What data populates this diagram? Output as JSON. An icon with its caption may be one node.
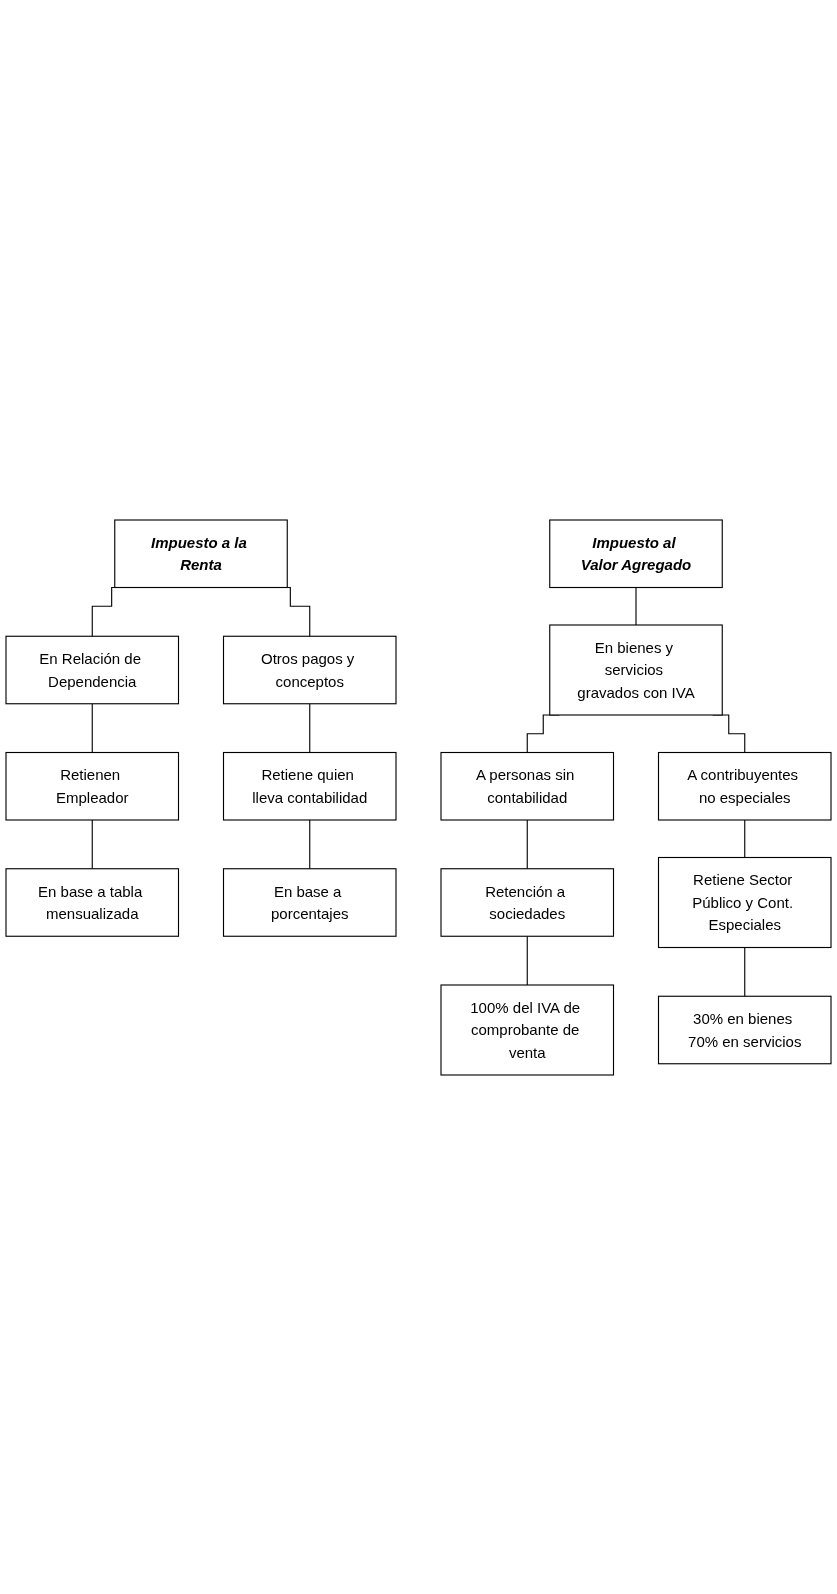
{
  "diagram": {
    "nodes": [
      {
        "text": [
          "Impuesto a la Renta"
        ]
      },
      {
        "text": [
          "En Relación de Dependencia"
        ]
      },
      {
        "text": [
          "Otros pagos y conceptos"
        ]
      },
      {
        "text": [
          "Retienen Empleador"
        ]
      },
      {
        "text": [
          "En base a tabla mensualizada"
        ]
      },
      {
        "text": [
          "Retiene quien lleva contabilidad"
        ]
      },
      {
        "text": [
          "En base a porcentajes"
        ]
      },
      {
        "text": [
          "Impuesto al Valor Agregado"
        ]
      },
      {
        "text": [
          "En bienes y servicios gravados con IVA"
        ]
      },
      {
        "text": [
          "A personas sin contabilidad"
        ]
      },
      {
        "text": [
          "A contribuyentes no especiales"
        ]
      },
      {
        "text": [
          "Retención a sociedades"
        ]
      },
      {
        "text": [
          "100% del IVA de comprobante de venta"
        ]
      },
      {
        "text": [
          "Retiene Sector Público y Cont. Especiales"
        ]
      },
      {
        "text": [
          "30% en bienes 70% en servicios"
        ]
      }
    ],
    "edges": [
      {
        "from": 0,
        "to": 1,
        "arrow": "none"
      },
      {
        "from": 0,
        "to": 2,
        "arrow": "none"
      },
      {
        "from": 1,
        "to": 3,
        "arrow": "none"
      },
      {
        "from": 3,
        "to": 4,
        "arrow": "none"
      },
      {
        "from": 2,
        "to": 5,
        "arrow": "none"
      },
      {
        "from": 5,
        "to": 6,
        "arrow": "none"
      },
      {
        "from": 7,
        "to": 8,
        "arrow": "none"
      },
      {
        "from": 8,
        "to": 9,
        "arrow": "none"
      },
      {
        "from": 8,
        "to": 10,
        "arrow": "none"
      },
      {
        "from": 9,
        "to": 11,
        "arrow": "none"
      },
      {
        "from": 11,
        "to": 12,
        "arrow": "none"
      },
      {
        "from": 10,
        "to": 13,
        "arrow": "none"
      },
      {
        "from": 13,
        "to": 14,
        "arrow": "none"
      }
    ]
  }
}
